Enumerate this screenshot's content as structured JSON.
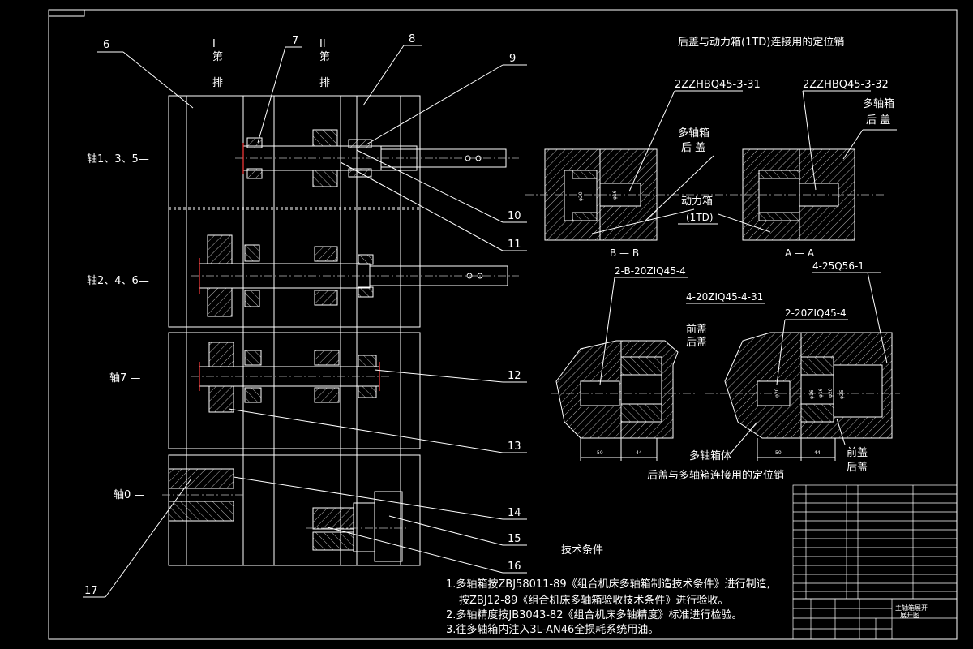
{
  "top_labels": {
    "row1_char1": "I",
    "row1_char2": "第",
    "row1_char3": "排",
    "row2_char1": "II",
    "row2_char2": "第",
    "row2_char3": "排"
  },
  "balloons": [
    "6",
    "7",
    "8",
    "9",
    "10",
    "11",
    "12",
    "13",
    "14",
    "15",
    "16",
    "17"
  ],
  "axis_labels": [
    "轴1、3、5—",
    "轴2、4、6—",
    "轴7 —",
    "轴0 —"
  ],
  "section_title_1": "后盖与动力箱(1TD)连接用的定位销",
  "section_title_2": "后盖与多轴箱连接用的定位销",
  "callouts": {
    "bb_part": "2ZZHBQ45-3-31",
    "aa_part": "2ZZHBQ45-3-32",
    "mb_rear_1a": "多轴箱",
    "mb_rear_1b": "后 盖",
    "mb_rear_2a": "多轴箱",
    "mb_rear_2b": "后 盖",
    "power_box_a": "动力箱",
    "power_box_b": "(1TD)",
    "view_bb": "B — B",
    "view_aa": "A — A",
    "pin_a": "2-B-20ZIQ45-4",
    "pin_b": "4-20ZIQ45-4-31",
    "pin_c": "4-25Q56-1",
    "pin_d": "2-20ZIQ45-4",
    "front_rear_1a": "前盖",
    "front_rear_1b": "后盖",
    "multibox_body": "多轴箱体",
    "front_rear_2a": "前盖",
    "front_rear_2b": "后盖",
    "dim_50a": "50",
    "dim_44a": "44",
    "dim_50b": "50",
    "dim_44b": "44",
    "dia_a": "φ20",
    "dia_b": "φ16",
    "dia_c": "φ20",
    "dia_d": "φ16",
    "dia_e": "φ16",
    "dia_f": "φ20",
    "dia_g": "φ25"
  },
  "tech": {
    "title": "技术条件",
    "line1": "1.多轴箱按ZBJ58011-89《组合机床多轴箱制造技术条件》进行制造,",
    "line2": "按ZBJ12-89《组合机床多轴箱验收技术条件》进行验收。",
    "line3": "2.多轴精度按JB3043-82《组合机床多轴精度》标准进行检验。",
    "line4": "3.往多轴箱内注入3L-AN46全损耗系统用油。"
  },
  "title_block": {
    "drawing_title_1": "主轴箱展开",
    "drawing_title_2": "展开图"
  },
  "colors": {
    "background": "#000000",
    "lines": "#ffffff",
    "center_marks": "#ff3b3b"
  }
}
